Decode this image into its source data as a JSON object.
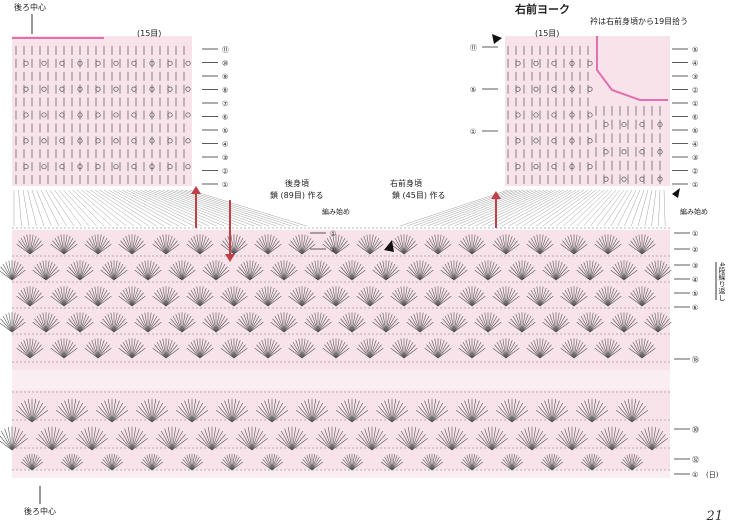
{
  "colors": {
    "band": "#f5dde4",
    "stitch": "#555",
    "edge": "#e070b0",
    "arrow": "#c0404a"
  },
  "labels": {
    "back_center_top": "後ろ中心",
    "back_center_bottom": "後ろ中心",
    "right_front_yoke": "右前ヨーク",
    "collar_note": "衿は右前身頃から19目拾う",
    "stitch_count_left": "(15目)",
    "stitch_count_right": "(15目)",
    "back_body": "後身頃",
    "back_chain": "鎖 (89目) 作る",
    "front_body": "右前身頃",
    "front_chain": "鎖 (45目) 作る",
    "start_1": "編み始め",
    "start_2": "編み始め",
    "repeat_note": "4段繰り返し",
    "end_mark": "(日)",
    "page_number": "21"
  },
  "rows": {
    "back_yoke": [
      "⑪",
      "⑩",
      "⑨",
      "⑧",
      "⑦",
      "⑥",
      "⑤",
      "④",
      "③",
      "②",
      "①"
    ],
    "front_yoke_left": [
      "⑪",
      "⑤",
      "①"
    ],
    "front_yoke_right": [
      "⑤",
      "④",
      "③",
      "②",
      "①",
      "⑥",
      "⑤",
      "④",
      "③",
      "②",
      "①"
    ],
    "body_mid": [
      "①",
      "②"
    ],
    "body_right": [
      "①",
      "②",
      "③",
      "④",
      "⑤",
      "⑥",
      "⑱",
      "㉚",
      "㉜",
      "①"
    ]
  }
}
